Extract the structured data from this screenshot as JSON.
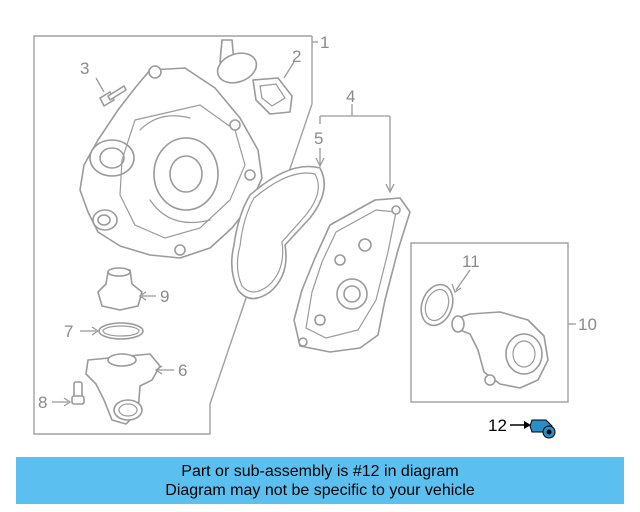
{
  "diagram": {
    "callouts": {
      "c1": "1",
      "c2": "2",
      "c3": "3",
      "c4": "4",
      "c5": "5",
      "c6": "6",
      "c7": "7",
      "c8": "8",
      "c9": "9",
      "c10": "10",
      "c11": "11",
      "c12": "12"
    },
    "highlight_color": "#2a8fc8"
  },
  "banner": {
    "line1": "Part or sub-assembly is #12 in diagram",
    "line2": "Diagram may not be specific to your vehicle",
    "color": "#5bc0f0"
  }
}
